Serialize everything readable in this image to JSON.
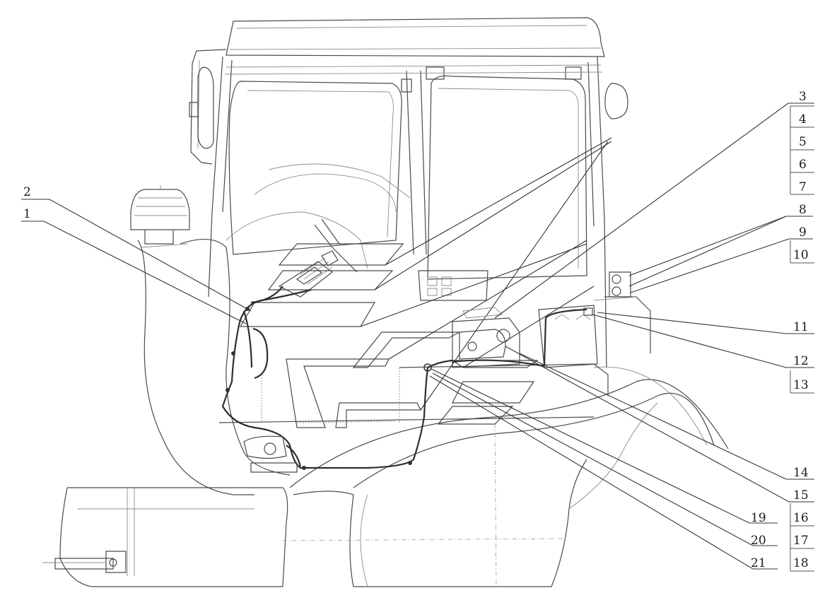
{
  "callouts": {
    "c1": "1",
    "c2": "2",
    "c3": "3",
    "c4": "4",
    "c5": "5",
    "c6": "6",
    "c7": "7",
    "c8": "8",
    "c9": "9",
    "c10": "10",
    "c11": "11",
    "c12": "12",
    "c13": "13",
    "c14": "14",
    "c15": "15",
    "c16": "16",
    "c17": "17",
    "c18": "18",
    "c19": "19",
    "c20": "20",
    "c21": "21"
  },
  "colors": {
    "ink": "#333333",
    "background": "#ffffff"
  }
}
